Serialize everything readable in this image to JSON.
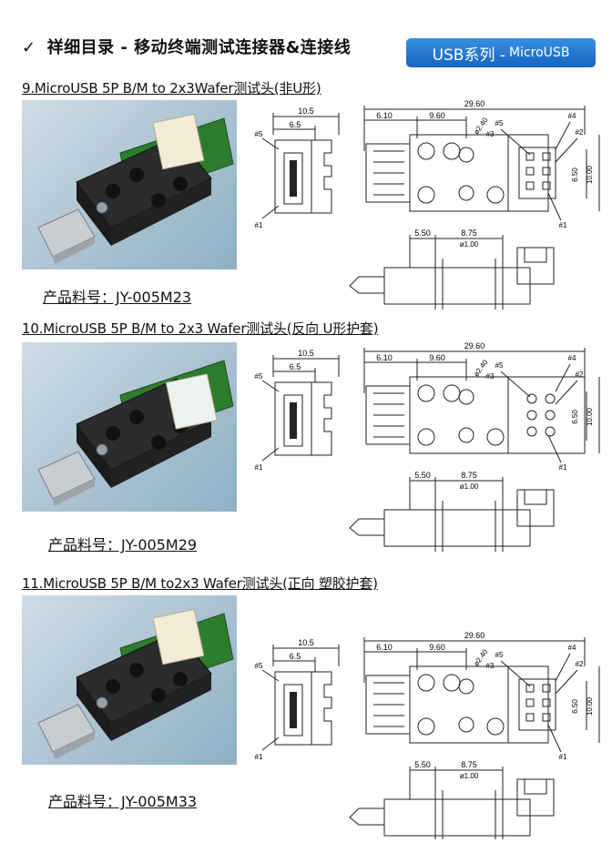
{
  "header": {
    "check": "✓",
    "title": "祥细目录 - 移动终端测试连接器&连接线",
    "badge_main": "USB系列 -",
    "badge_sub": "MicroUSB"
  },
  "dims": {
    "front_w": "10.5",
    "front_inner": "6.5",
    "pin5": "#5",
    "pin1": "#1",
    "total": "29.60",
    "seg1": "6.10",
    "seg2": "9.60",
    "hole": "ø2.40",
    "tag5": "#5",
    "tag3": "#3",
    "tag4": "#4",
    "tag2": "#2",
    "tag1": "#1",
    "h1": "6.50",
    "h2": "10.00",
    "side1": "5.50",
    "side2": "8.75",
    "pin_d": "ø1.00"
  },
  "sections": [
    {
      "title": "9.MicroUSB 5P B/M to 2x3Wafer测试头(非U形)",
      "part": "产品料号：JY-005M23",
      "variant": "non-u"
    },
    {
      "title": "10.MicroUSB 5P B/M to 2x3 Wafer测试头(反向 U形护套)",
      "part": "产品料号：JY-005M29",
      "variant": "reverse-u"
    },
    {
      "title": "11.MicroUSB 5P B/M to2x3 Wafer测试头(正向 塑胶护套)",
      "part": "产品料号：JY-005M33",
      "variant": "forward"
    }
  ]
}
